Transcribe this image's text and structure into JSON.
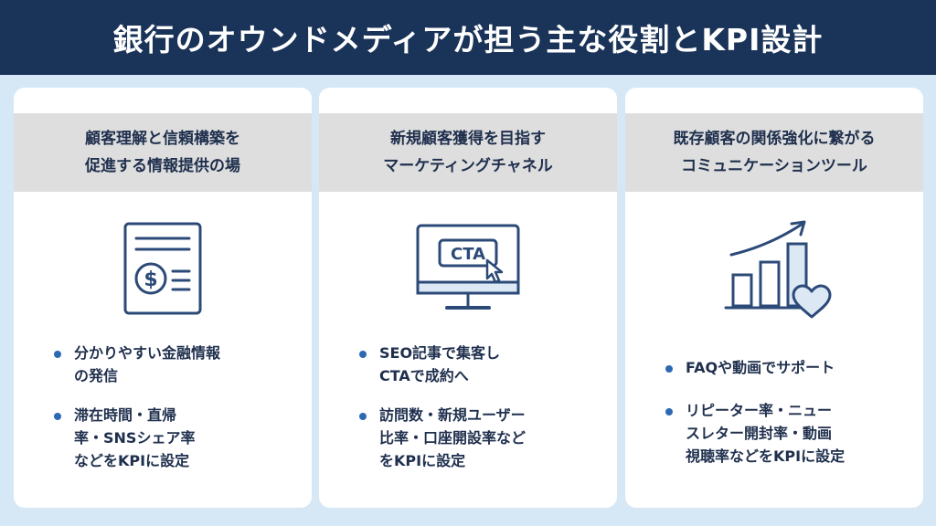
{
  "title": "銀行のオウンドメディアが担う主な役割とKPI設計",
  "accent_color": "#2c69b3",
  "header_color": "#1a3358",
  "cards": [
    {
      "heading": [
        "顧客理解と信頼構築を",
        "促進する情報提供の場"
      ],
      "icon": "dollar-document-icon",
      "bullets": [
        [
          "分かりやすい金融情報",
          "の発信"
        ],
        [
          "滞在時間・直帰",
          "率・SNSシェア率",
          "などをKPIに設定"
        ]
      ]
    },
    {
      "heading": [
        "新規顧客獲得を目指す",
        "マーケティングチャネル"
      ],
      "icon": "cta-monitor-icon",
      "icon_text": "CTA",
      "bullets": [
        [
          "SEO記事で集客し",
          "CTAで成約へ"
        ],
        [
          "訪問数・新規ユーザー",
          "比率・口座開設率など",
          "をKPIに設定"
        ]
      ]
    },
    {
      "heading": [
        "既存顧客の関係強化に繋がる",
        "コミュニケーションツール"
      ],
      "icon": "growth-chart-heart-icon",
      "bullets": [
        [
          "FAQや動画でサポート"
        ],
        [
          "リピーター率・ニュー",
          "スレター開封率・動画",
          "視聴率などをKPIに設定"
        ]
      ]
    }
  ]
}
